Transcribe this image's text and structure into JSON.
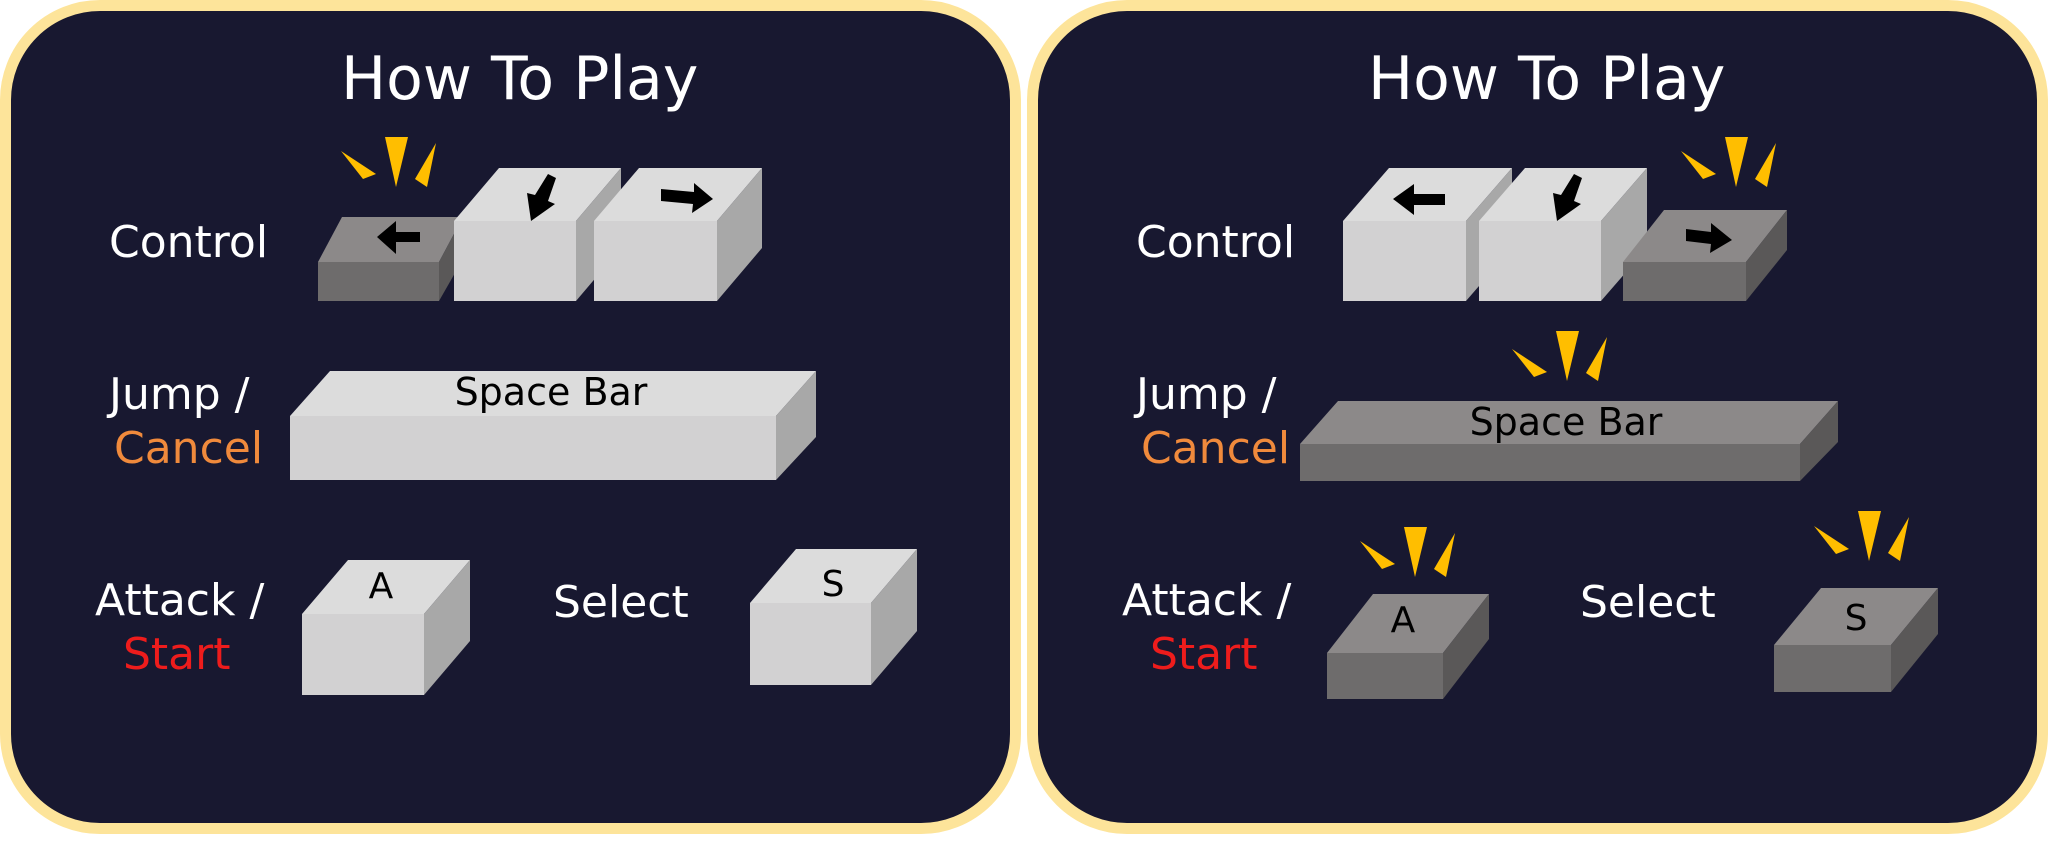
{
  "colors": {
    "panel_bg": "#181830",
    "panel_border": "#fde49a",
    "key_idle_front": "#d2d1d2",
    "key_idle_top": "#dcdcdc",
    "key_idle_side": "#a8a8a8",
    "key_pressed_front": "#6e6c6c",
    "key_pressed_top": "#8c8989",
    "key_pressed_side": "#5a5858",
    "highlight": "#ffbe00",
    "cancel_text": "#f08a3c",
    "start_text": "#ee1c1c"
  },
  "panels": [
    {
      "title": "How To Play",
      "pressed": {
        "left": true,
        "down": false,
        "right": false,
        "space": false,
        "a": false,
        "s": false
      },
      "labels": {
        "control": "Control",
        "jump": "Jump /",
        "cancel": "Cancel",
        "attack": "Attack /",
        "start": "Start",
        "select": "Select"
      },
      "keys": {
        "space": "Space Bar",
        "a": "A",
        "s": "S"
      }
    },
    {
      "title": "How To Play",
      "pressed": {
        "left": false,
        "down": false,
        "right": true,
        "space": true,
        "a": true,
        "s": true
      },
      "labels": {
        "control": "Control",
        "jump": "Jump /",
        "cancel": "Cancel",
        "attack": "Attack /",
        "start": "Start",
        "select": "Select"
      },
      "keys": {
        "space": "Space Bar",
        "a": "A",
        "s": "S"
      }
    }
  ]
}
